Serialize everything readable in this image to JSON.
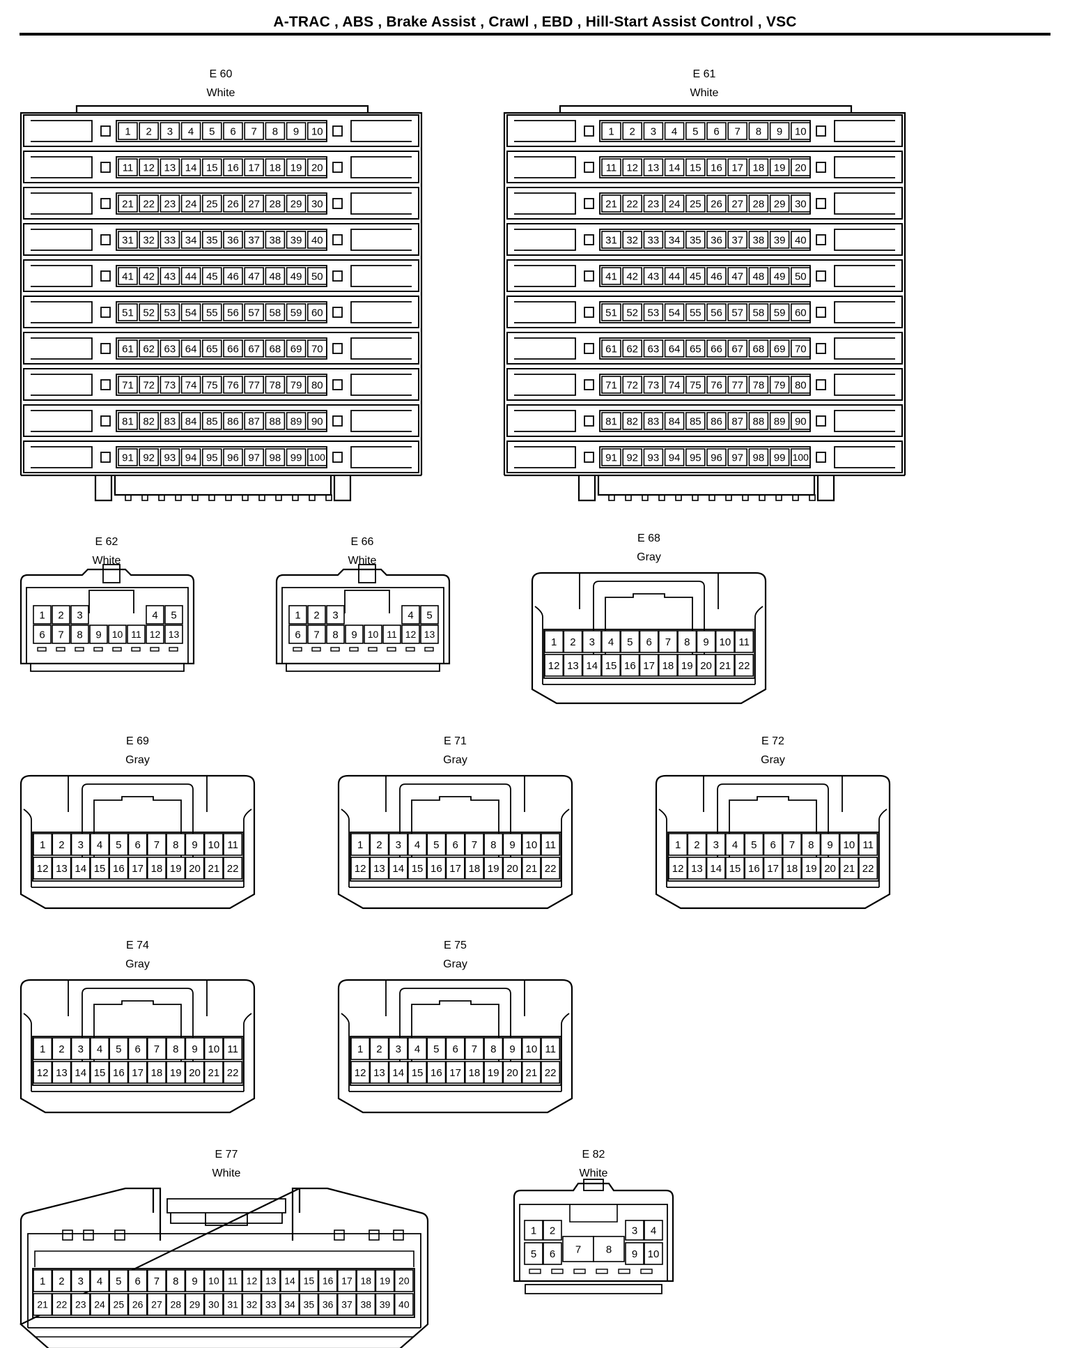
{
  "page": {
    "title": "A-TRAC , ABS , Brake Assist , Crawl , EBD , Hill-Start Assist Control , VSC"
  },
  "connectors": [
    {
      "id": "E 60",
      "color": "White",
      "style": "100pin",
      "pins": 100
    },
    {
      "id": "E 61",
      "color": "White",
      "style": "100pin",
      "pins": 100
    },
    {
      "id": "E 62",
      "color": "White",
      "style": "13pin",
      "pins": 13
    },
    {
      "id": "E 66",
      "color": "White",
      "style": "13pin",
      "pins": 13
    },
    {
      "id": "E 68",
      "color": "Gray",
      "style": "22pin",
      "pins": 22
    },
    {
      "id": "E 69",
      "color": "Gray",
      "style": "22pin",
      "pins": 22
    },
    {
      "id": "E 71",
      "color": "Gray",
      "style": "22pin",
      "pins": 22
    },
    {
      "id": "E 72",
      "color": "Gray",
      "style": "22pin",
      "pins": 22
    },
    {
      "id": "E 74",
      "color": "Gray",
      "style": "22pin",
      "pins": 22
    },
    {
      "id": "E 75",
      "color": "Gray",
      "style": "22pin",
      "pins": 22
    },
    {
      "id": "E 77",
      "color": "White",
      "style": "40pin",
      "pins": 40
    },
    {
      "id": "E 82",
      "color": "White",
      "style": "10pin",
      "pins": 10
    }
  ]
}
